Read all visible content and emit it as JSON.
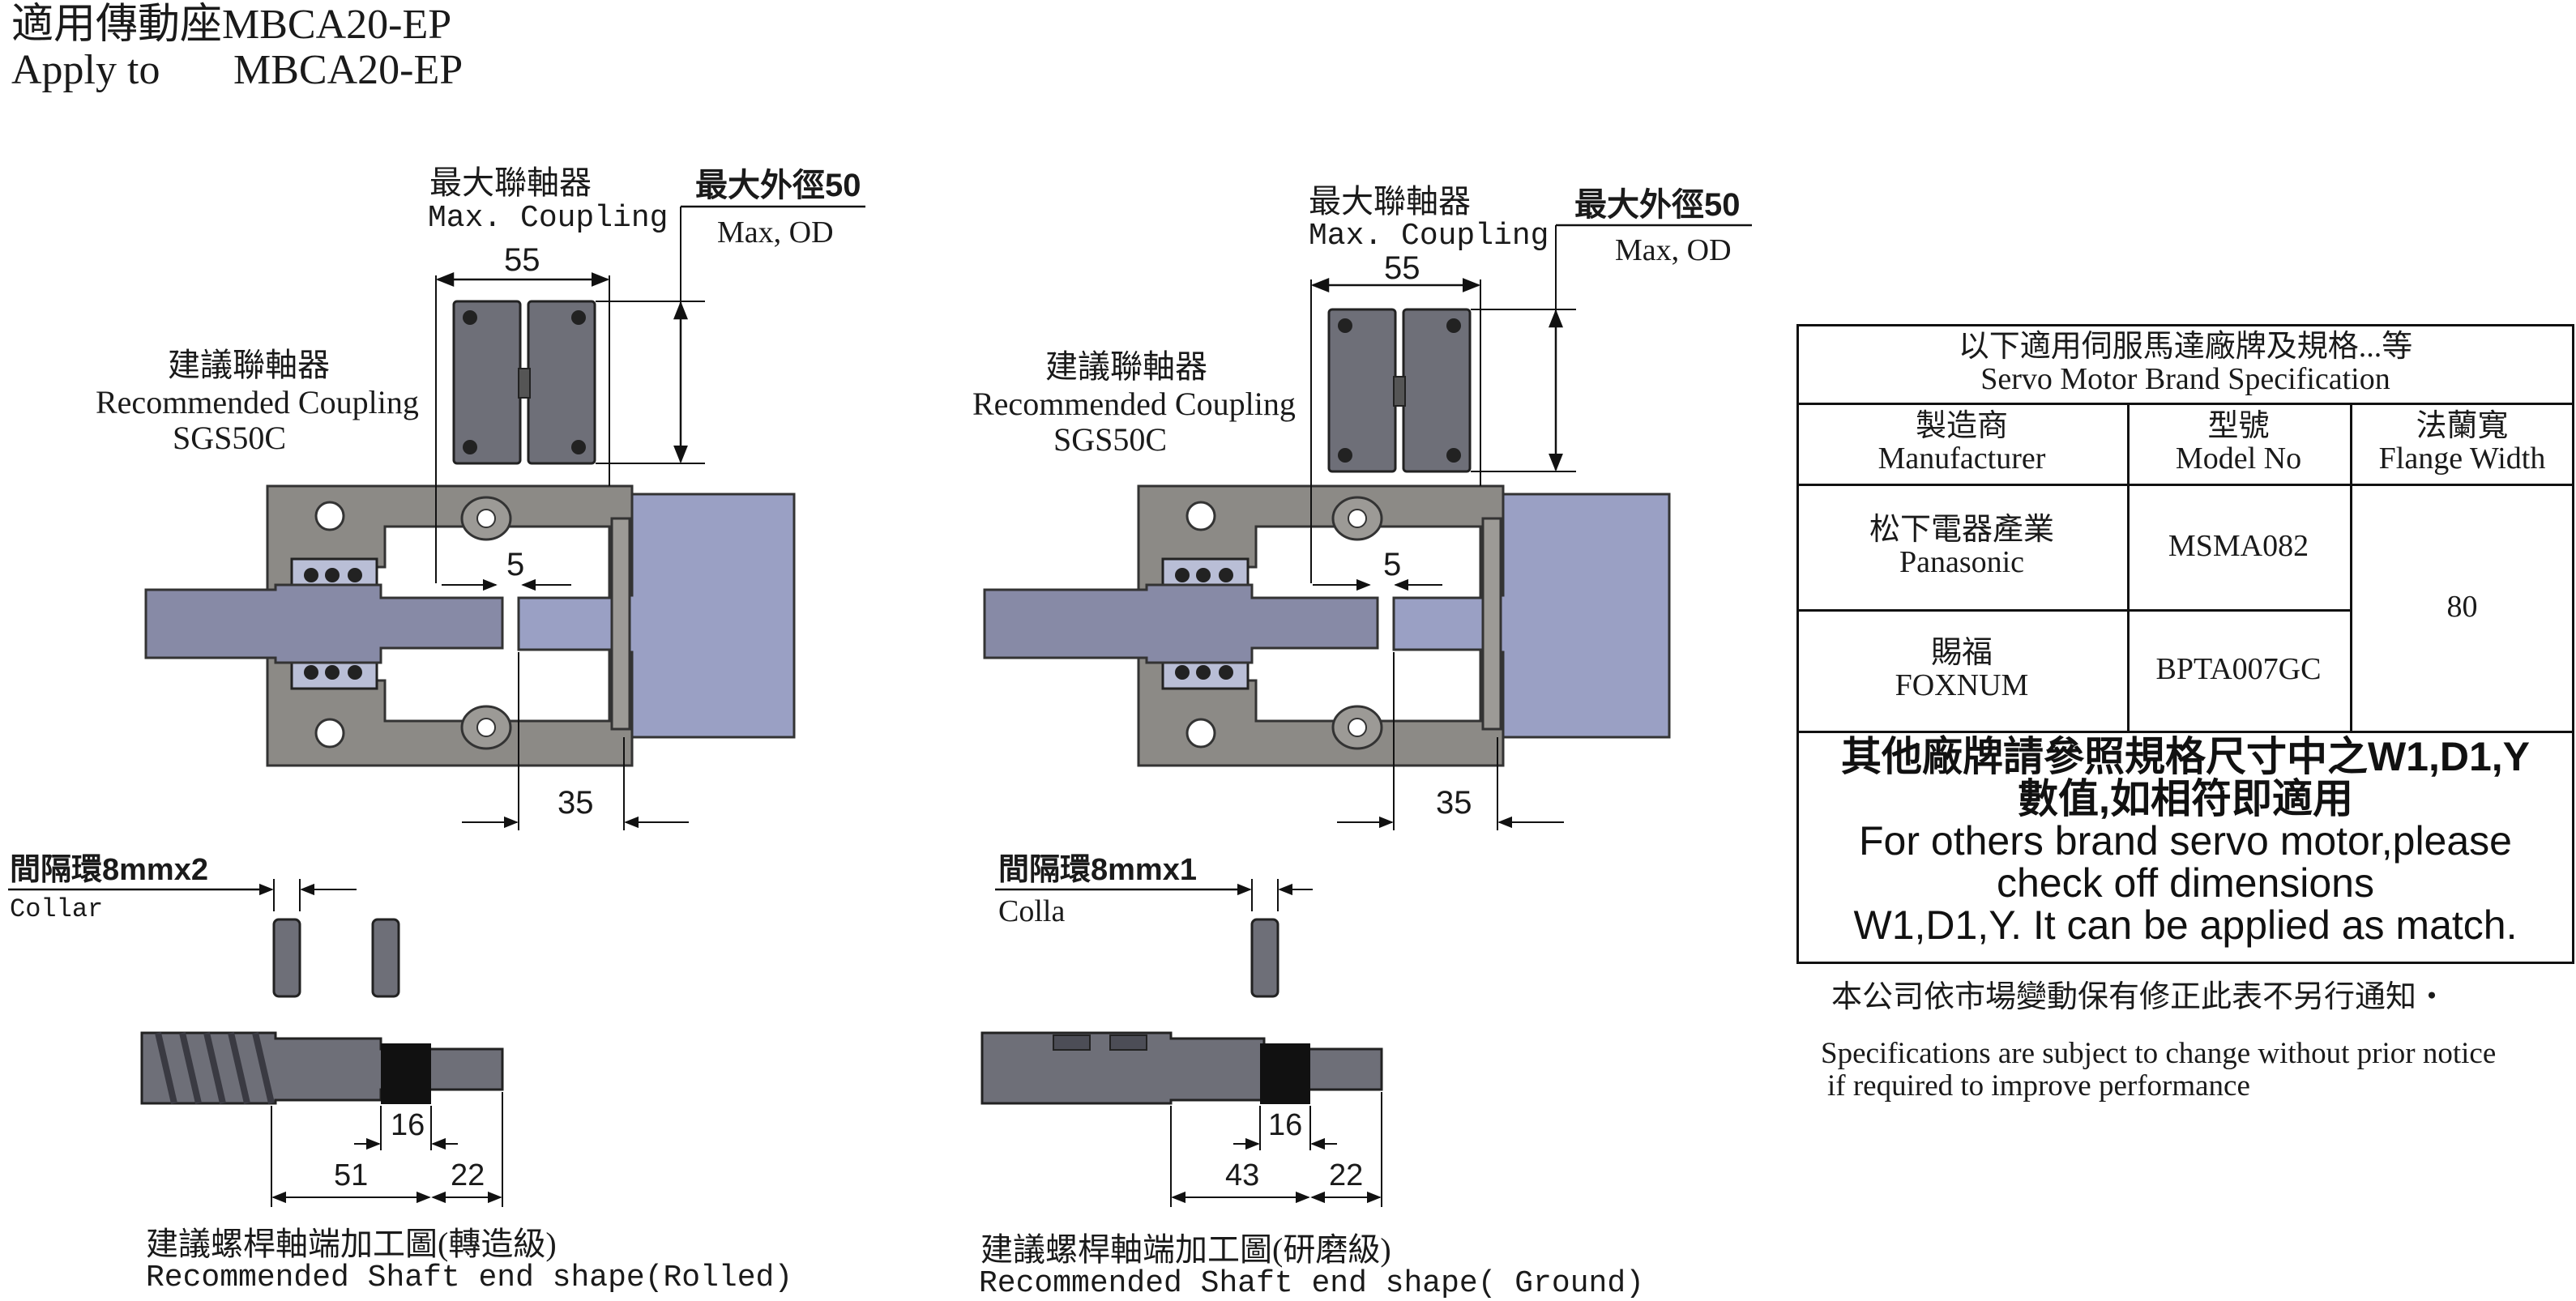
{
  "header": {
    "title_zh": "適用傳動座MBCA20-EP",
    "apply_prefix": "Apply to",
    "apply_model": "MBCA20-EP"
  },
  "left_view": {
    "max_coupling_zh": "最大聯軸器",
    "max_coupling_en": "Max. Coupling",
    "max_od_zh": "最大外徑50",
    "max_od_en": "Max, OD",
    "rec_coupling_zh": "建議聯軸器",
    "rec_coupling_en": "Recommended Coupling",
    "rec_coupling_model": "SGS50C",
    "dim_55": "55",
    "dim_5": "5",
    "dim_35": "35",
    "collar_zh": "間隔環8mmx2",
    "collar_en": "Collar",
    "dim_16": "16",
    "dim_51": "51",
    "dim_22": "22",
    "shaft_zh": "建議螺桿軸端加工圖(轉造級)",
    "shaft_en": "Recommended Shaft end shape(Rolled)"
  },
  "right_view": {
    "max_coupling_zh": "最大聯軸器",
    "max_coupling_en": "Max. Coupling",
    "max_od_zh": "最大外徑50",
    "max_od_en": "Max, OD",
    "rec_coupling_zh": "建議聯軸器",
    "rec_coupling_en": "Recommended Coupling",
    "rec_coupling_model": "SGS50C",
    "dim_55": "55",
    "dim_5": "5",
    "dim_35": "35",
    "collar_zh": "間隔環8mmx1",
    "collar_en": "Colla",
    "dim_16": "16",
    "dim_43": "43",
    "dim_22": "22",
    "shaft_zh": "建議螺桿軸端加工圖(研磨級)",
    "shaft_en": "Recommended Shaft end shape( Ground)"
  },
  "table": {
    "heading_zh": "以下適用伺服馬達廠牌及規格...等",
    "heading_en": "Servo Motor Brand Specification",
    "columns": [
      {
        "zh": "製造商",
        "en": "Manufacturer"
      },
      {
        "zh": "型號",
        "en": "Model No"
      },
      {
        "zh": "法蘭寬",
        "en": "Flange Width"
      }
    ],
    "rows": [
      {
        "maker_zh": "松下電器產業",
        "maker_en": "Panasonic",
        "model": "MSMA082"
      },
      {
        "maker_zh": "賜福",
        "maker_en": "FOXNUM",
        "model": "BPTA007GC"
      }
    ],
    "flange_width": "80",
    "note_zh_1": "其他廠牌請參照規格尺寸中之W1,D1,Y",
    "note_zh_2": "數值,如相符即適用",
    "note_en_1": "For others brand servo motor,please",
    "note_en_2": "check off dimensions",
    "note_en_3": "W1,D1,Y. It can be applied as match."
  },
  "footer": {
    "notice_zh": "本公司依市場變動保有修正此表不另行通知・",
    "notice_en_1": "Specifications are subject to change without prior notice",
    "notice_en_2": "if required to improve performance"
  },
  "colors": {
    "housing": "#8c8a86",
    "motor": "#9aa0c4",
    "shaft": "#878aa6",
    "coupling": "#6e6f78",
    "dark": "#1a1a1a"
  }
}
